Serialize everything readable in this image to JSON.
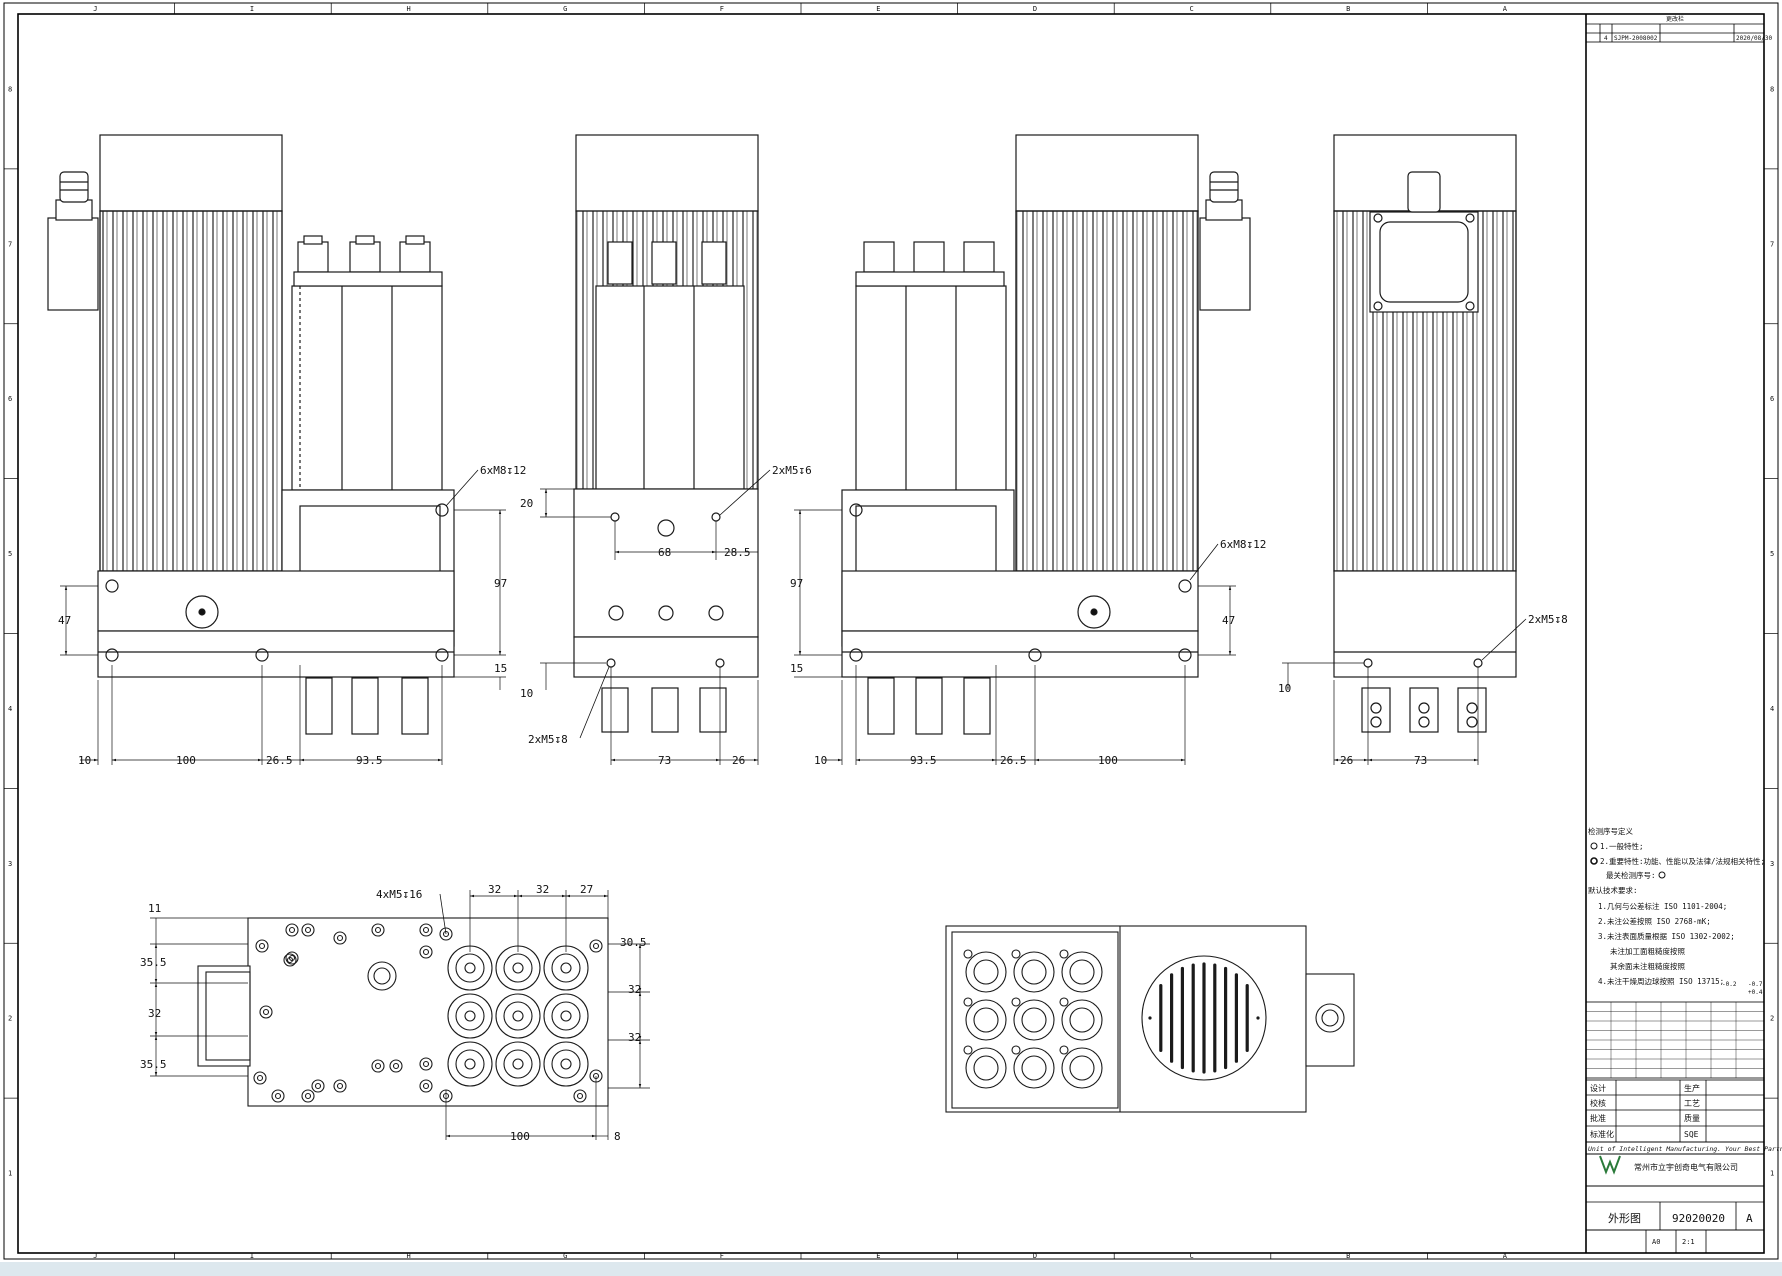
{
  "border": {
    "columns": [
      "J",
      "I",
      "H",
      "G",
      "F",
      "E",
      "D",
      "C",
      "B",
      "A"
    ],
    "rows": [
      "8",
      "7",
      "6",
      "5",
      "4",
      "3",
      "2",
      "1"
    ]
  },
  "views": {
    "left": {
      "callout": "6xM8↧12",
      "dims": {
        "h97": "97",
        "h47": "47",
        "h15": "15",
        "w10": "10",
        "w100": "100",
        "w26_5": "26.5",
        "w93_5": "93.5"
      }
    },
    "front": {
      "callout_top": "2xM5↧6",
      "callout_bottom": "2xM5↧8",
      "dims": {
        "h20": "20",
        "w68": "68",
        "w28_5": "28.5",
        "h10": "10",
        "w73": "73",
        "w26": "26"
      }
    },
    "right": {
      "callout": "6xM8↧12",
      "dims": {
        "h97": "97",
        "h15": "15",
        "h47": "47",
        "w10": "10",
        "w93_5": "93.5",
        "w26_5": "26.5",
        "w100": "100"
      }
    },
    "side": {
      "callout": "2xM5↧8",
      "dims": {
        "h10": "10",
        "w26": "26",
        "w73": "73"
      }
    },
    "bottom": {
      "callout": "4xM5↧16",
      "dims": {
        "d11": "11",
        "d35_5a": "35.5",
        "d32": "32",
        "d35_5b": "35.5",
        "t32a": "32",
        "t32b": "32",
        "t27": "27",
        "r30_5": "30.5",
        "r32a": "32",
        "r32b": "32",
        "w100": "100",
        "w8": "8"
      }
    }
  },
  "notes": {
    "title": "检测序号定义",
    "items": [
      "1.一般特性;",
      "2.重要特性:功能、性能以及法律/法规相关特性;",
      "最关检测序号:",
      "默认技术要求:",
      "1.几何与公差标注 ISO 1101-2004;",
      "2.未注公差按照 ISO 2768-mK;",
      "3.未注表面质量根据 ISO 1302-2002;",
      "未注加工面粗糙度按照",
      "其余面未注粗糙度按照",
      "4.未注干燥周边球按照 ISO 13715;"
    ],
    "edge_values": [
      "-0.2",
      "-0.7",
      "+0.4"
    ]
  },
  "title_block": {
    "revision_header": "更改栏",
    "revision_row": [
      "4",
      "SJPM-2008002",
      "",
      "2020/08/30"
    ],
    "roles_left": [
      "设计",
      "校核",
      "批准",
      "标准化"
    ],
    "roles_right": [
      "生产",
      "工艺",
      "质量",
      "SQE"
    ],
    "slogan": "Unit of Intelligent Manufacturing. Your Best Partner.",
    "company": "常州市立宇创奇电气有限公司",
    "drawing_name": "外形图",
    "drawing_number": "92020020",
    "revision": "A",
    "sheet_size": "A0",
    "scale": "2:1"
  },
  "colors": {
    "line": "#1a1a1a",
    "title_text": "#7a2a9a",
    "border": "#000000"
  }
}
